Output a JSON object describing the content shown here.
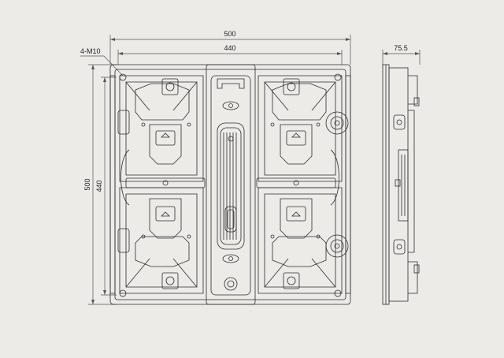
{
  "dimensions": {
    "top_width": "500",
    "inner_width": "440",
    "left_height": "500",
    "inner_height": "440",
    "side_depth": "75.5",
    "hole_callout": "4-M10"
  },
  "colors": {
    "background": "#ecebe8",
    "line": "#2c2c2c",
    "dim_line": "#555555"
  }
}
